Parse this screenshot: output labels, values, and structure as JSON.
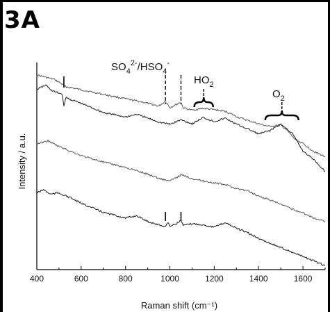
{
  "panel_label": "3A",
  "chart_data": {
    "type": "line",
    "xlabel": "Raman shift (cm⁻¹)",
    "ylabel": "Intensity / a.u.",
    "xlim": [
      400,
      1700
    ],
    "x_ticks": [
      400,
      600,
      800,
      1000,
      1200,
      1400,
      1600
    ],
    "y_ticks_labeled": false,
    "grid": false,
    "annotations": [
      {
        "label": "SO4²⁻/HSO4⁻",
        "markers_x": [
          980,
          1050
        ],
        "style": "dashed-lines"
      },
      {
        "label": "HO2",
        "range_x": [
          1110,
          1195
        ],
        "style": "brace"
      },
      {
        "label": "O2",
        "range_x": [
          1430,
          1580
        ],
        "style": "brace"
      }
    ],
    "series": [
      {
        "color": "#555555",
        "x": [
          400,
          480,
          515,
          525,
          600,
          700,
          800,
          880,
          950,
          980,
          1000,
          1050,
          1060,
          1100,
          1150,
          1200,
          1250,
          1300,
          1350,
          1400,
          1450,
          1500,
          1530,
          1560,
          1600,
          1650,
          1700
        ],
        "y": [
          8.45,
          8.25,
          8.05,
          7.95,
          7.8,
          7.6,
          7.4,
          7.25,
          7.08,
          7.3,
          7.02,
          7.25,
          7.0,
          6.9,
          6.98,
          6.92,
          6.85,
          6.62,
          6.45,
          6.3,
          6.18,
          6.25,
          6.0,
          5.65,
          5.42,
          5.08,
          4.85
        ]
      },
      {
        "color": "#1a1a1a",
        "x": [
          400,
          440,
          470,
          515,
          522,
          530,
          600,
          700,
          800,
          850,
          900,
          950,
          1000,
          1050,
          1100,
          1150,
          1200,
          1250,
          1300,
          1350,
          1400,
          1450,
          1500,
          1550,
          1600,
          1650,
          1700
        ],
        "y": [
          7.82,
          8.0,
          7.75,
          7.6,
          7.05,
          7.45,
          7.2,
          6.8,
          6.6,
          6.72,
          6.55,
          6.38,
          6.28,
          6.48,
          6.3,
          6.58,
          6.4,
          6.55,
          6.28,
          6.08,
          5.85,
          6.0,
          6.28,
          5.9,
          5.1,
          4.72,
          4.2
        ]
      },
      {
        "color": "#555555",
        "x": [
          400,
          450,
          500,
          550,
          600,
          700,
          800,
          900,
          950,
          1000,
          1050,
          1100,
          1150,
          1200,
          1250,
          1300,
          1350,
          1400,
          1450,
          1500,
          1550,
          1600,
          1650,
          1700
        ],
        "y": [
          5.42,
          5.55,
          5.3,
          5.1,
          4.9,
          4.62,
          4.38,
          4.08,
          3.9,
          3.78,
          4.05,
          3.9,
          3.78,
          3.7,
          3.62,
          3.45,
          3.35,
          3.12,
          2.95,
          2.75,
          2.55,
          2.38,
          2.15,
          2.0
        ]
      },
      {
        "color": "#1a1a1a",
        "x": [
          400,
          430,
          460,
          500,
          550,
          600,
          700,
          800,
          850,
          900,
          950,
          980,
          990,
          1000,
          1030,
          1050,
          1060,
          1100,
          1150,
          1200,
          1250,
          1300,
          1350,
          1400,
          1450,
          1500,
          1550,
          1600,
          1650,
          1700
        ],
        "y": [
          3.25,
          3.4,
          3.2,
          3.25,
          3.05,
          2.8,
          2.4,
          2.15,
          2.25,
          2.0,
          1.85,
          1.78,
          1.95,
          1.8,
          1.9,
          2.05,
          1.82,
          1.9,
          1.85,
          1.75,
          1.95,
          1.7,
          1.5,
          1.25,
          1.05,
          0.85,
          0.65,
          0.45,
          0.25,
          0.05
        ]
      }
    ]
  }
}
